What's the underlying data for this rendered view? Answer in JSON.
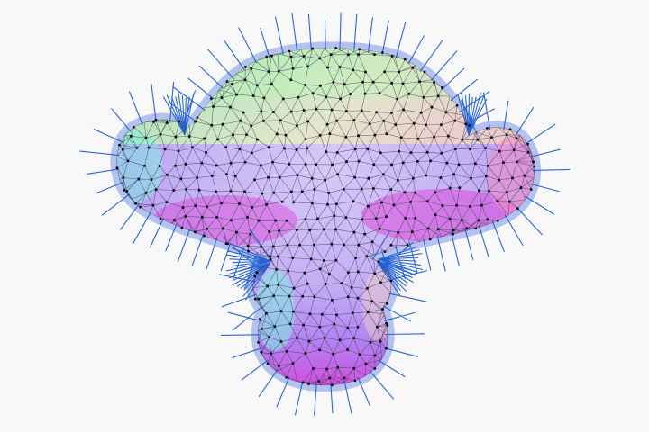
{
  "viewport": {
    "background": "#f8f8f9"
  },
  "mesh": {
    "surface_colors": {
      "cyan": "#7df0e0",
      "green": "#b8f5b0",
      "lavender": "#c4b0f5",
      "violet": "#a070f0",
      "magenta": "#e040d8",
      "pink": "#f090c8",
      "peach": "#f5d5c0"
    },
    "halo_color": "#9db0ec",
    "wire_color": "#3a3a5a",
    "vertex_color": "#0a0a14",
    "normal_color": "#1f5fd0",
    "visual_elements": [
      "halo-outline",
      "shaded-surface",
      "wireframe-edges",
      "vertex-dots",
      "normal-spikes"
    ]
  }
}
